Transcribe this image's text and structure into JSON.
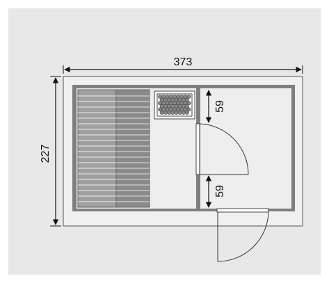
{
  "dimensions": {
    "width_label": "373",
    "height_label": "227",
    "door_gap_top_label": "59",
    "door_gap_bottom_label": "59"
  },
  "colors": {
    "background": "#e8e8e8",
    "outer_frame": "#f0f0f0",
    "wall": "#7f7f7f",
    "bench_light": "#a0a0a0",
    "bench_dark": "#8a8a8a",
    "floor": "#eeeeee",
    "stove_box": "#ffffff",
    "stones": "#888888",
    "line": "#111111"
  },
  "icons": {
    "stove": "sauna-stove-stones-icon",
    "door": "door-swing-icon"
  }
}
